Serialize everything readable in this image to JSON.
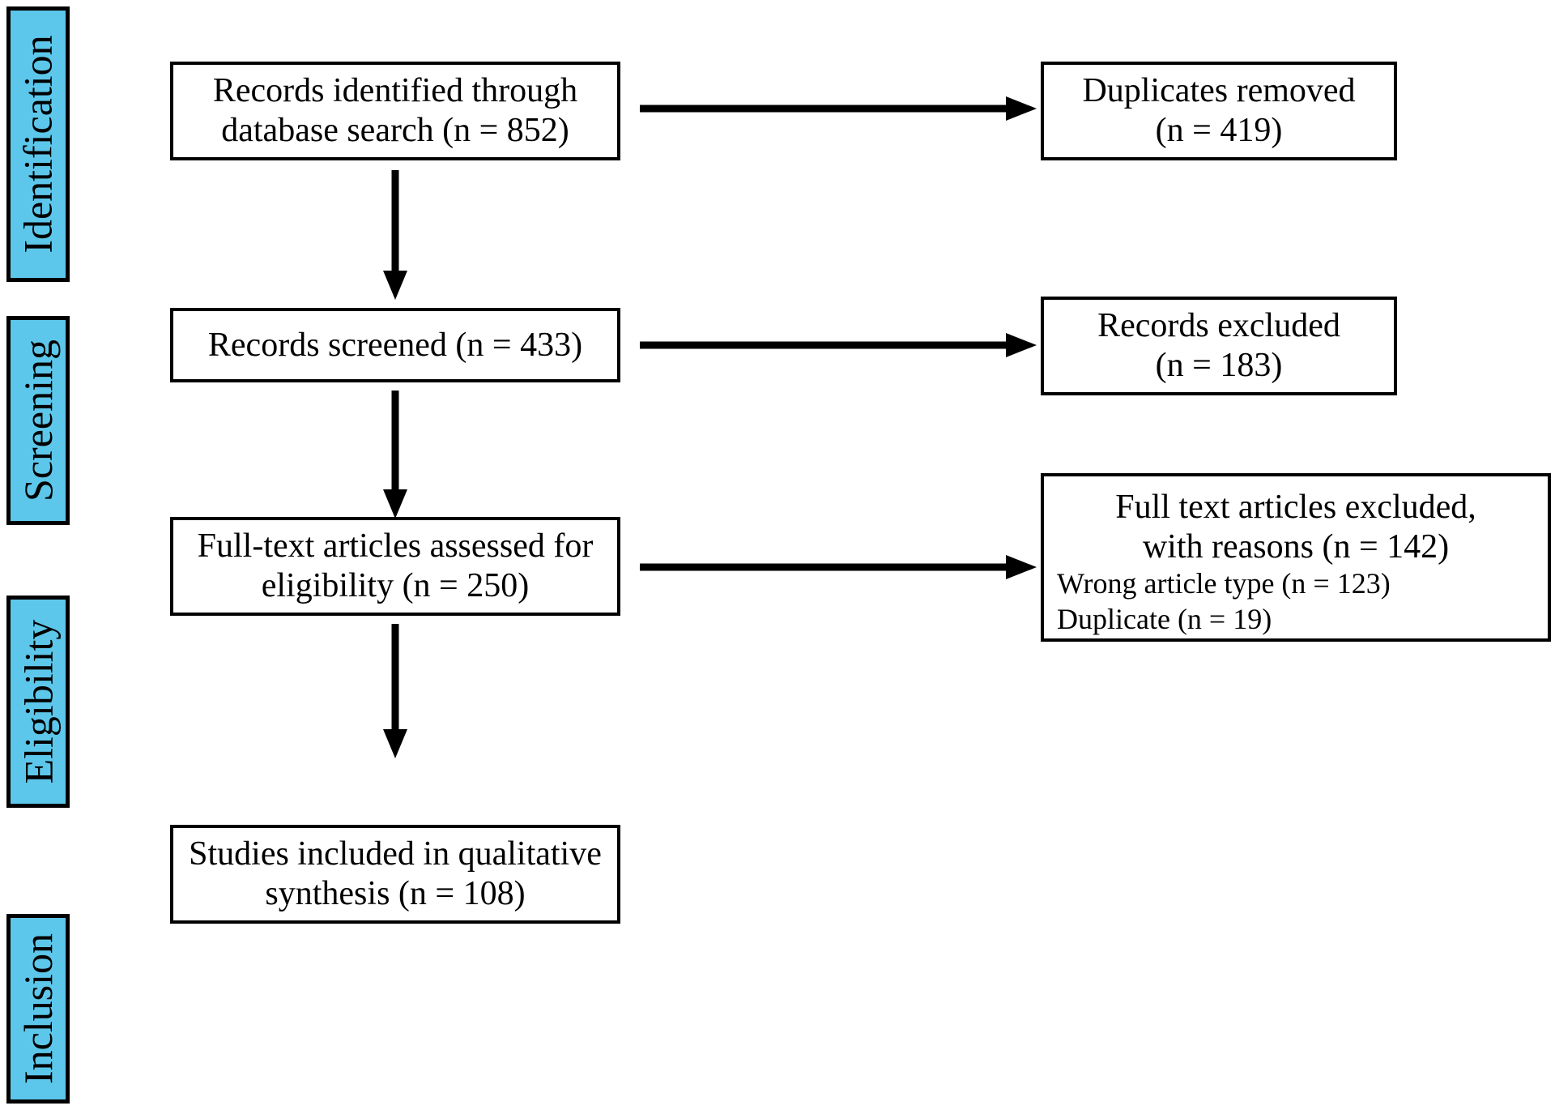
{
  "diagram": {
    "title": "PRISMA study selection flow diagram",
    "accent_color": "#5cc7ea",
    "line_color": "#000000",
    "background_color": "#ffffff"
  },
  "stages": [
    {
      "label": "Identification"
    },
    {
      "label": "Screening"
    },
    {
      "label": "Eligibility"
    },
    {
      "label": "Inclusion"
    }
  ],
  "boxes": {
    "records_identified": {
      "line1": "Records identified through",
      "line2": "database search (n = 852)"
    },
    "duplicates_removed": {
      "line1": "Duplicates removed",
      "line2": "(n = 419)"
    },
    "records_screened": {
      "line1": "Records screened (n = 433)"
    },
    "records_excluded": {
      "line1": "Records excluded",
      "line2": "(n = 183)"
    },
    "fulltext_assessed": {
      "line1": "Full-text articles assessed for",
      "line2": "eligibility (n = 250)"
    },
    "fulltext_excluded": {
      "line1": "Full text articles excluded,",
      "line2": "with reasons (n = 142)",
      "reason1": "Wrong article type (n = 123)",
      "reason2": "Duplicate (n = 19)"
    },
    "studies_included": {
      "line1": "Studies included in qualitative",
      "line2": "synthesis (n = 108)"
    }
  },
  "chart_data": {
    "type": "diagram",
    "title": "PRISMA flow diagram",
    "nodes": [
      {
        "id": "records_identified",
        "stage": "Identification",
        "label": "Records identified through database search",
        "n": 852
      },
      {
        "id": "duplicates_removed",
        "stage": "Identification",
        "label": "Duplicates removed",
        "n": 419
      },
      {
        "id": "records_screened",
        "stage": "Screening",
        "label": "Records screened",
        "n": 433
      },
      {
        "id": "records_excluded",
        "stage": "Screening",
        "label": "Records excluded",
        "n": 183
      },
      {
        "id": "fulltext_assessed",
        "stage": "Eligibility",
        "label": "Full-text articles assessed for eligibility",
        "n": 250
      },
      {
        "id": "fulltext_excluded",
        "stage": "Eligibility",
        "label": "Full text articles excluded, with reasons",
        "n": 142,
        "reasons": [
          {
            "label": "Wrong article type",
            "n": 123
          },
          {
            "label": "Duplicate",
            "n": 19
          }
        ]
      },
      {
        "id": "studies_included",
        "stage": "Inclusion",
        "label": "Studies included in qualitative synthesis",
        "n": 108
      }
    ],
    "edges": [
      {
        "from": "records_identified",
        "to": "duplicates_removed",
        "direction": "right"
      },
      {
        "from": "records_identified",
        "to": "records_screened",
        "direction": "down"
      },
      {
        "from": "records_screened",
        "to": "records_excluded",
        "direction": "right"
      },
      {
        "from": "records_screened",
        "to": "fulltext_assessed",
        "direction": "down"
      },
      {
        "from": "fulltext_assessed",
        "to": "fulltext_excluded",
        "direction": "right"
      },
      {
        "from": "fulltext_assessed",
        "to": "studies_included",
        "direction": "down"
      }
    ]
  }
}
